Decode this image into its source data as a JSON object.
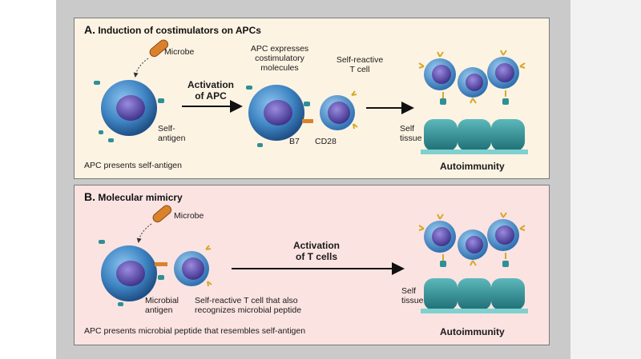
{
  "panel_a": {
    "letter": "A.",
    "title": "Induction of costimulators on APCs",
    "microbe": "Microbe",
    "self_antigen_1": "Self-",
    "self_antigen_2": "antigen",
    "activation_1": "Activation",
    "activation_2": "of APC",
    "apc_expresses_1": "APC expresses",
    "apc_expresses_2": "costimulatory",
    "apc_expresses_3": "molecules",
    "self_reactive_1": "Self-reactive",
    "self_reactive_2": "T cell",
    "b7": "B7",
    "cd28": "CD28",
    "self_tissue_1": "Self",
    "self_tissue_2": "tissue",
    "caption": "APC presents self-antigen",
    "outcome": "Autoimmunity"
  },
  "panel_b": {
    "letter": "B.",
    "title": "Molecular mimicry",
    "microbe": "Microbe",
    "microbial_antigen_1": "Microbial",
    "microbial_antigen_2": "antigen",
    "t_cell_1": "Self-reactive T cell that also",
    "t_cell_2": "recognizes microbial peptide",
    "activation_1": "Activation",
    "activation_2": "of T cells",
    "self_tissue_1": "Self",
    "self_tissue_2": "tissue",
    "caption": "APC presents microbial peptide that resembles self-antigen",
    "outcome": "Autoimmunity"
  },
  "colors": {
    "panel_a_bg": "#fdf3e3",
    "panel_b_bg": "#fbe3e2",
    "apc_blue": "#3f86c4",
    "t_cell_purple": "#6a55b0",
    "tissue_teal": "#2f8f95",
    "microbe_orange": "#d9822b",
    "receptor_yellow": "#d4a92a"
  },
  "icons": [
    "apc-cell-icon",
    "t-cell-icon",
    "microbe-icon",
    "tissue-cell-icon",
    "arrow-icon"
  ]
}
